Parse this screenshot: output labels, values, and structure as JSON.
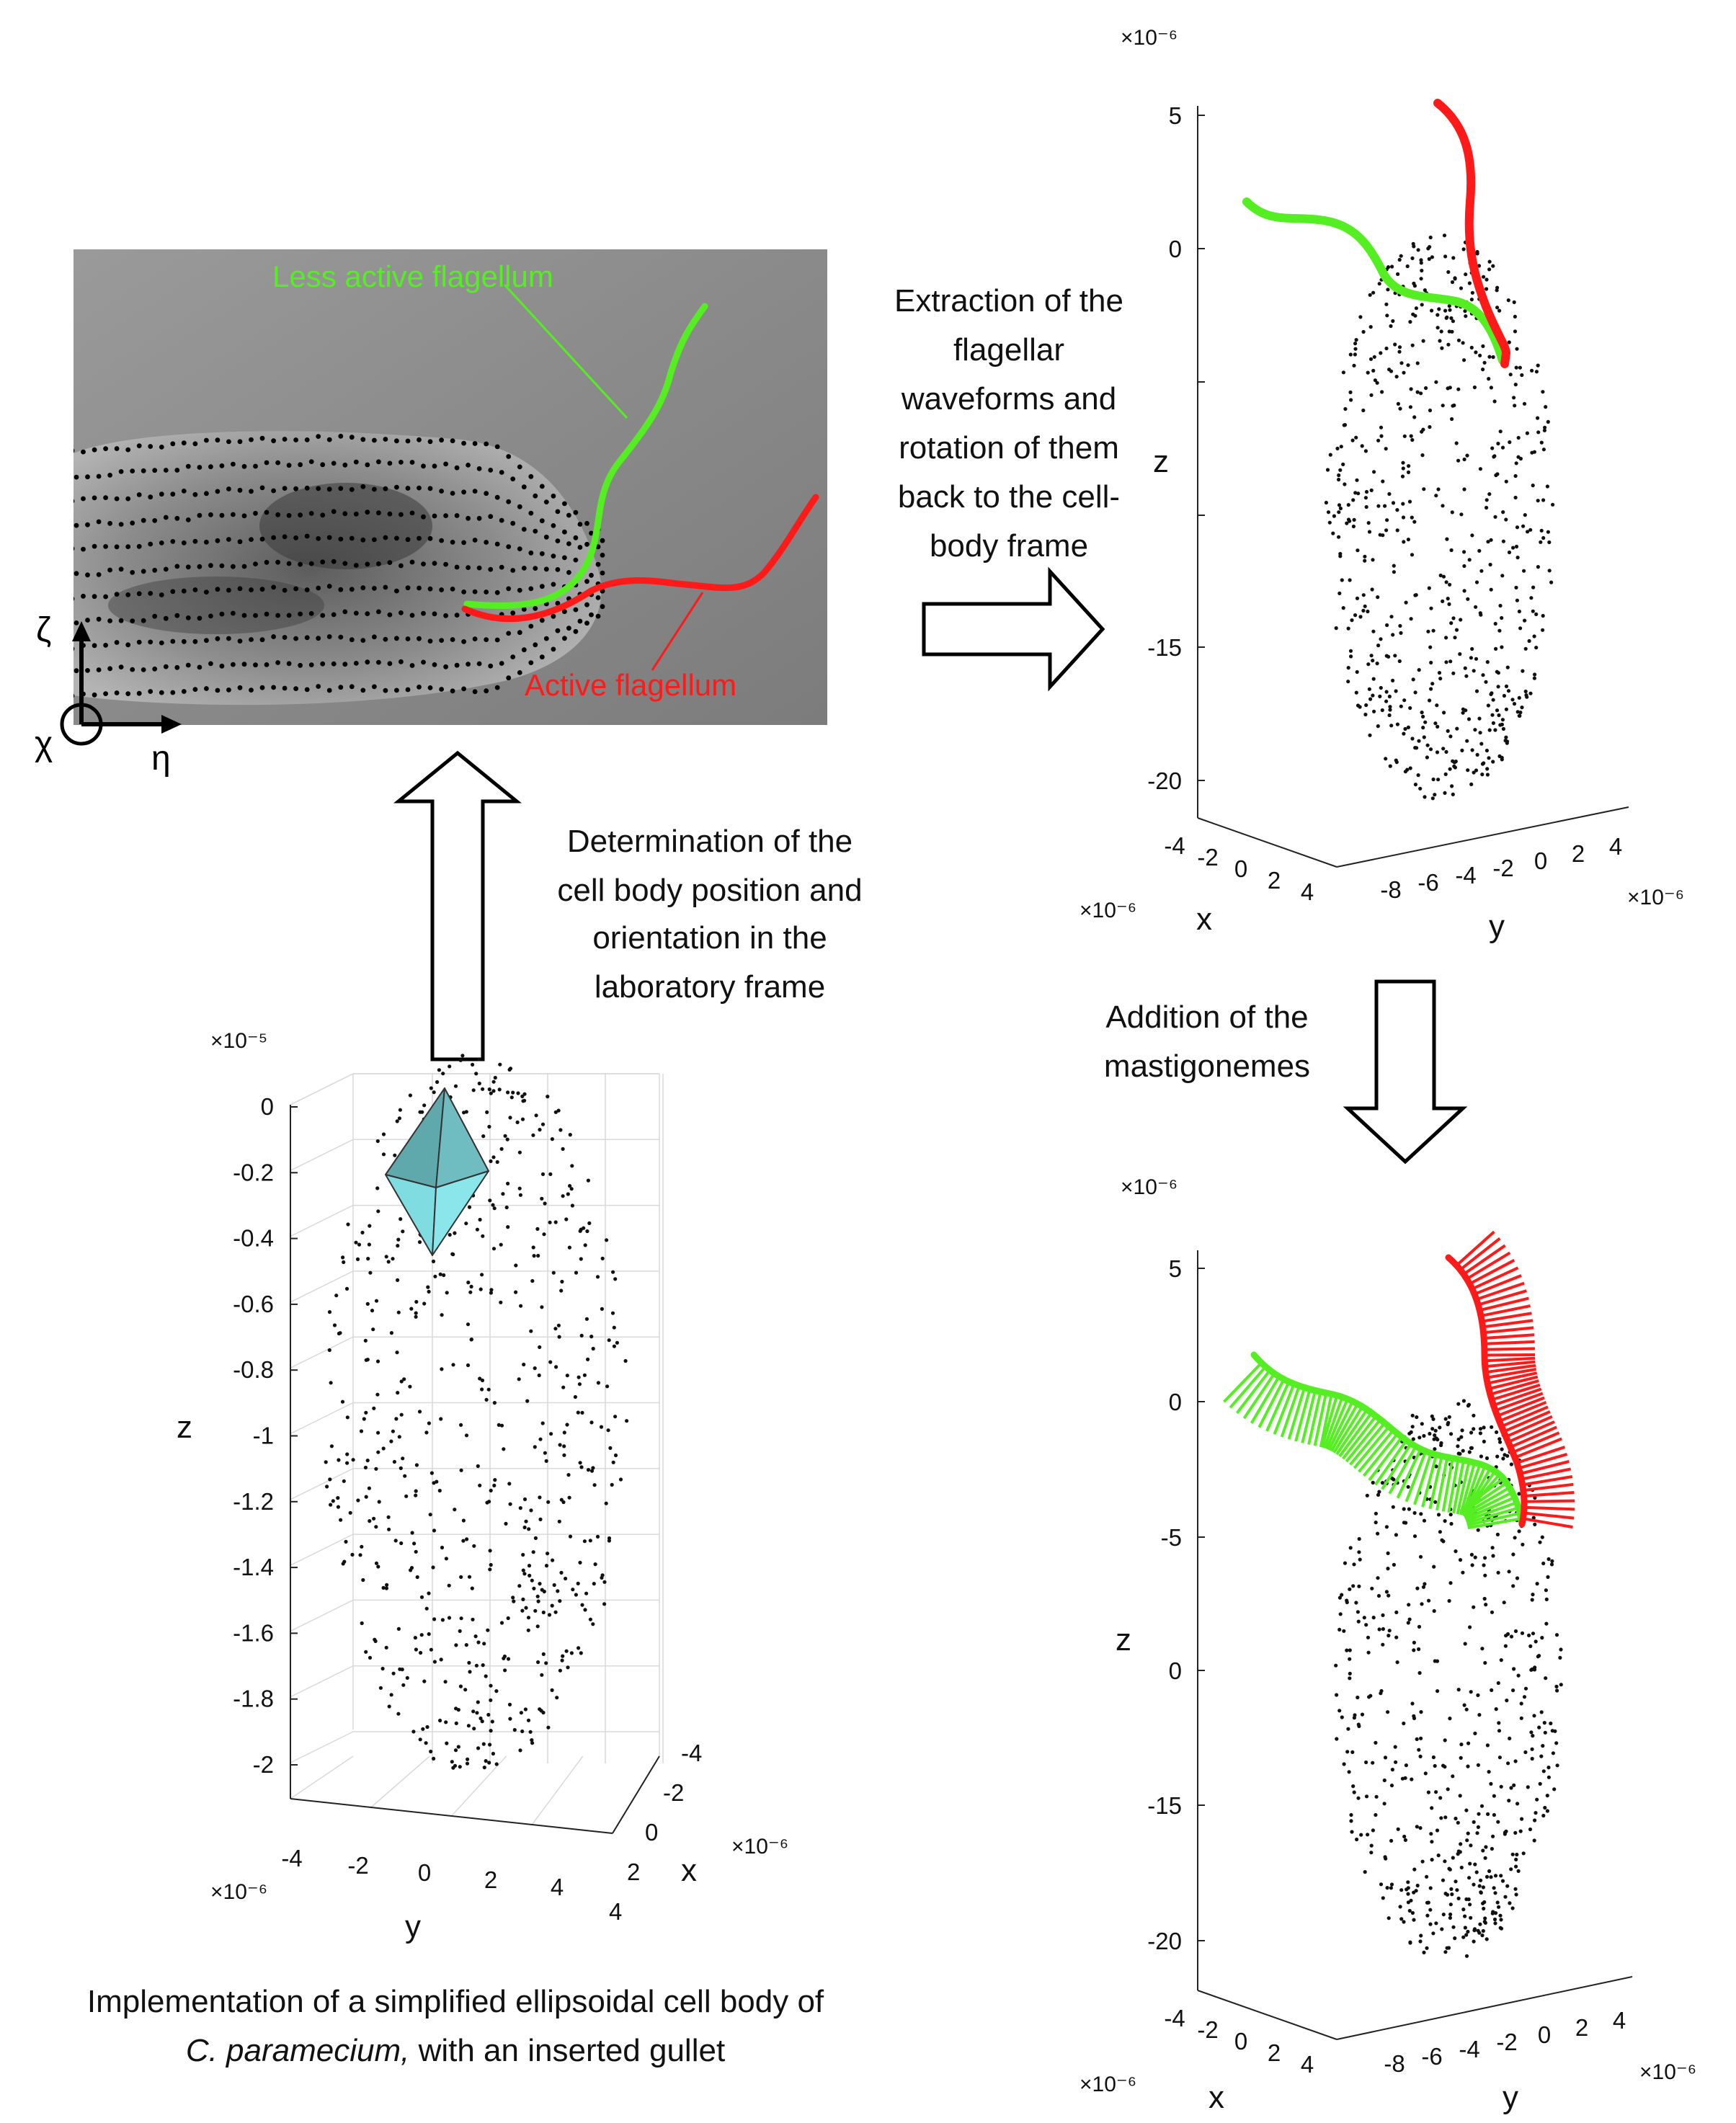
{
  "colors": {
    "active_flagellum": "#ff1a1a",
    "less_active_flagellum": "#55ee22",
    "gullet_fill": "#6fd4d9",
    "cell_dots": "#111111",
    "micrograph_bg": "#8d8d8d"
  },
  "micrograph": {
    "label_less_active": "Less active flagellum",
    "label_active": "Active flagellum",
    "frame_axes": {
      "zeta": "ζ",
      "eta": "η",
      "chi": "χ"
    }
  },
  "steps": {
    "determination": [
      "Determination of the",
      "cell body position and",
      "orientation in the",
      "laboratory frame"
    ],
    "extraction": [
      "Extraction of the",
      "flagellar",
      "waveforms and",
      "rotation of them",
      "back to the cell-",
      "body frame"
    ],
    "addition": [
      "Addition of the",
      "mastigonemes"
    ],
    "implementation_line1": "Implementation of a simplified ellipsoidal cell body of",
    "implementation_species": "C. paramecium,",
    "implementation_rest": " with an inserted gullet"
  },
  "plot_gullet": {
    "z_multiplier": "×10⁻⁵",
    "z_ticks": [
      "0",
      "-0.2",
      "-0.4",
      "-0.6",
      "-0.8",
      "-1",
      "-1.2",
      "-1.4",
      "-1.6",
      "-1.8",
      "-2"
    ],
    "y_ticks": [
      "-4",
      "-2",
      "0",
      "2",
      "4"
    ],
    "y_multiplier": "×10⁻⁶",
    "x_ticks": [
      "-4",
      "-2",
      "0",
      "2",
      "4"
    ],
    "x_multiplier": "×10⁻⁶",
    "xlabel": "x",
    "ylabel": "y",
    "zlabel": "z"
  },
  "plot_waveforms": {
    "z_multiplier": "×10⁻⁶",
    "z_ticks": [
      "5",
      "0",
      "-15",
      "-20"
    ],
    "x_ticks": [
      "-4",
      "-2",
      "0",
      "2",
      "4"
    ],
    "x_multiplier": "×10⁻⁶",
    "y_ticks": [
      "-8",
      "-6",
      "-4",
      "-2",
      "0",
      "2",
      "4"
    ],
    "y_multiplier": "×10⁻⁶",
    "xlabel": "x",
    "ylabel": "y",
    "zlabel": "z"
  },
  "plot_mastigonemes": {
    "z_multiplier": "×10⁻⁶",
    "z_ticks": [
      "5",
      "0",
      "-5",
      "0",
      "-15",
      "-20"
    ],
    "x_ticks": [
      "-4",
      "-2",
      "0",
      "2",
      "4"
    ],
    "x_multiplier": "×10⁻⁶",
    "y_ticks": [
      "-8",
      "-6",
      "-4",
      "-2",
      "0",
      "2",
      "4"
    ],
    "y_multiplier": "×10⁻⁶",
    "xlabel": "x",
    "ylabel": "y",
    "zlabel": "z"
  }
}
